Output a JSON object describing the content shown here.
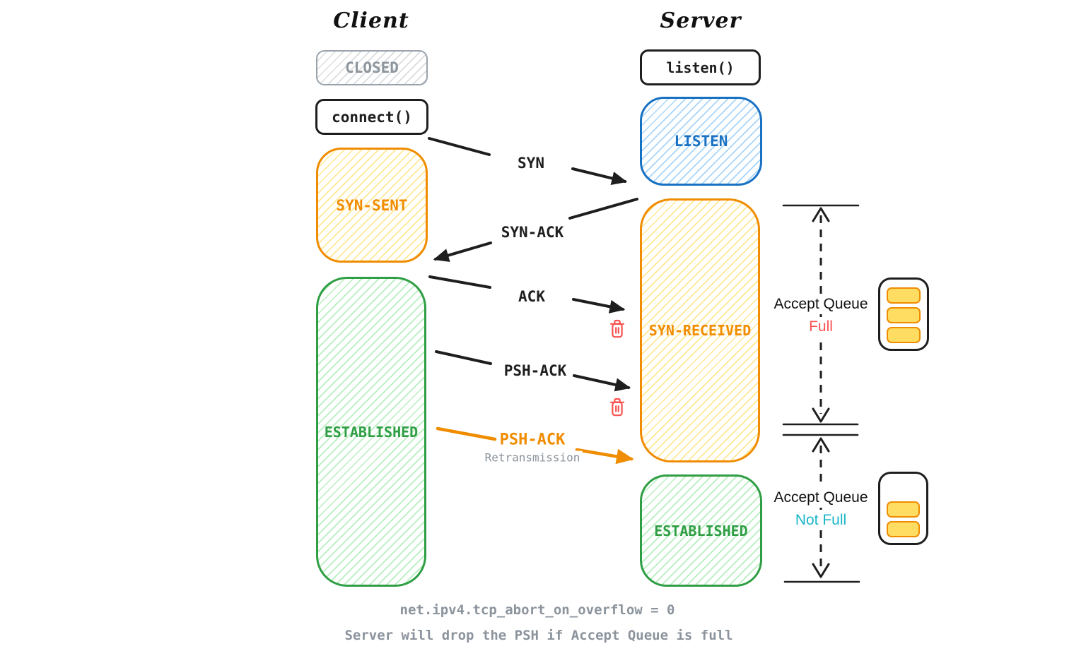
{
  "client": {
    "title": "Client",
    "closed": "CLOSED",
    "connect_call": "connect()",
    "syn_sent": "SYN-SENT",
    "established": "ESTABLISHED"
  },
  "server": {
    "title": "Server",
    "listen_call": "listen()",
    "listen": "LISTEN",
    "syn_received": "SYN-RECEIVED",
    "established": "ESTABLISHED"
  },
  "messages": {
    "syn": "SYN",
    "syn_ack": "SYN-ACK",
    "ack": "ACK",
    "psh_ack": "PSH-ACK",
    "psh_ack_retransmit": "PSH-ACK",
    "retransmission": "Retransmission"
  },
  "accept_queue": {
    "full": {
      "label": "Accept Queue",
      "status": "Full",
      "slots_filled": 3,
      "slots_capacity": 3
    },
    "not_full": {
      "label": "Accept Queue",
      "status": "Not Full",
      "slots_filled": 2,
      "slots_capacity": 3
    }
  },
  "icons": {
    "dropped_packet": "trash-icon",
    "queue_full": "queue-icon-3-filled",
    "queue_not_full": "queue-icon-2-filled"
  },
  "footer": {
    "sysctl": "net.ipv4.tcp_abort_on_overflow = 0",
    "note": "Server will drop the PSH if Accept Queue is full"
  },
  "colors": {
    "black": "#1e1e1e",
    "orange": "#f08c00",
    "yellow_fill": "#ffd43b",
    "green": "#2f9e44",
    "blue": "#1971c2",
    "gray": "#868e96",
    "red": "#fa5252",
    "cyan": "#1bb6c9"
  }
}
